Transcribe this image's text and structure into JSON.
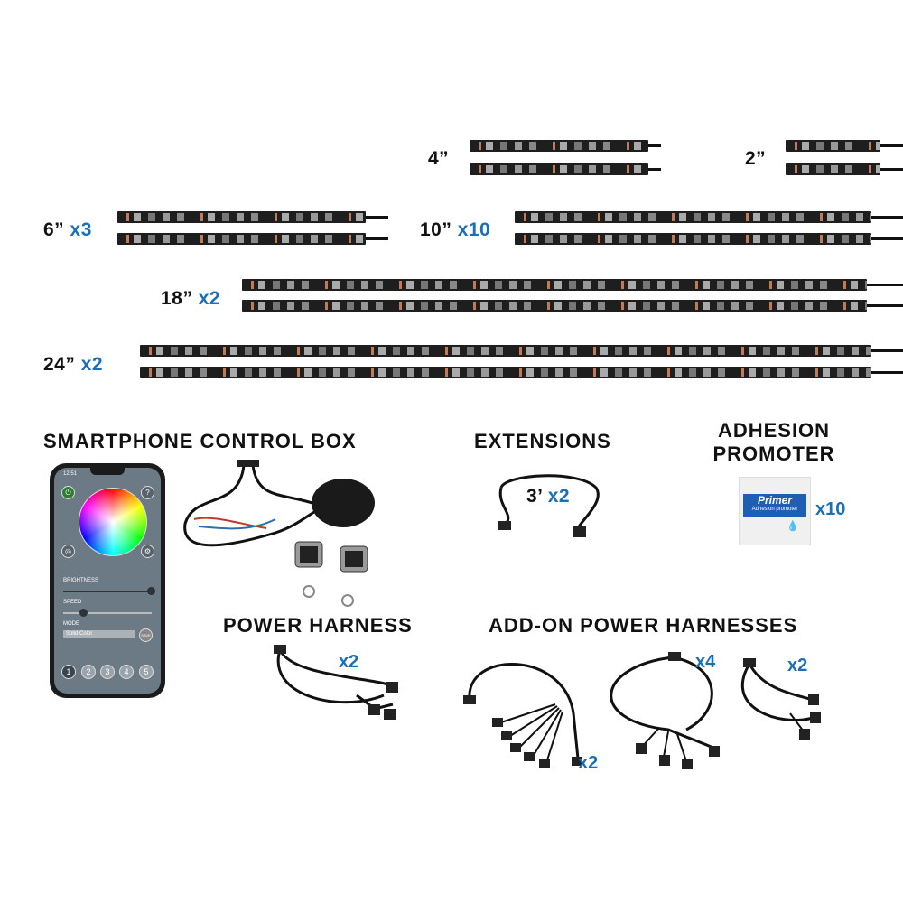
{
  "strips": [
    {
      "length": "4”",
      "qty": ""
    },
    {
      "length": "2”",
      "qty": ""
    },
    {
      "length": "6”",
      "qty": "x3"
    },
    {
      "length": "10”",
      "qty": "x10"
    },
    {
      "length": "18”",
      "qty": "x2"
    },
    {
      "length": "24”",
      "qty": "x2"
    }
  ],
  "sections": {
    "control_box": "SMARTPHONE CONTROL BOX",
    "extensions": "EXTENSIONS",
    "extensions_qty_len": "3’",
    "extensions_qty": "x2",
    "adhesion_line1": "ADHESION",
    "adhesion_line2": "PROMOTER",
    "adhesion_qty": "x10",
    "power_harness": "POWER HARNESS",
    "power_harness_qty": "x2",
    "addon": "ADD-ON POWER HARNESSES",
    "addon_qty_a": "x2",
    "addon_qty_b": "x4",
    "addon_qty_c": "x2"
  },
  "phone": {
    "time": "12:51",
    "brightness_label": "BRIGHTNESS",
    "brightness_value": 1.0,
    "speed_label": "SPEED",
    "speed_value": 0.2,
    "mode_label": "MODE",
    "mode_value": "Solid Color",
    "save_label": "SAVE",
    "presets": [
      "1",
      "2",
      "3",
      "4",
      "5"
    ]
  },
  "primer": {
    "title": "Primer",
    "subtitle": "Adhesion promoter"
  },
  "colors": {
    "accent": "#1a6fb5",
    "text": "#111111"
  }
}
